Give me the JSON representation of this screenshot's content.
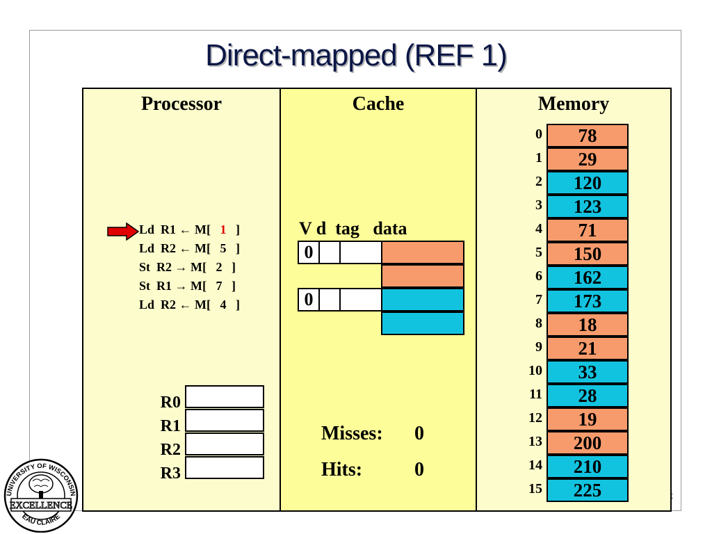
{
  "slide": {
    "title": "Direct-mapped (REF 1)",
    "colors": {
      "orange": "#f89b6c",
      "blue": "#12c3e0",
      "pale_yellow": "#fdfccc",
      "cache_yellow": "#fdfd99",
      "arrow_red": "#e00000"
    }
  },
  "processor": {
    "heading": "Processor",
    "instructions": [
      {
        "op": "Ld",
        "reg": "R1",
        "arrow": "←",
        "addr": "1",
        "highlight": true
      },
      {
        "op": "Ld",
        "reg": "R2",
        "arrow": "←",
        "addr": "5",
        "highlight": false
      },
      {
        "op": "St",
        "reg": "R2",
        "arrow": "→",
        "addr": "2",
        "highlight": false
      },
      {
        "op": "St",
        "reg": "R1",
        "arrow": "→",
        "addr": "7",
        "highlight": false
      },
      {
        "op": "Ld",
        "reg": "R2",
        "arrow": "←",
        "addr": "4",
        "highlight": false
      }
    ],
    "registers": [
      {
        "label": "R0",
        "value": ""
      },
      {
        "label": "R1",
        "value": ""
      },
      {
        "label": "R2",
        "value": ""
      },
      {
        "label": "R3",
        "value": ""
      }
    ]
  },
  "cache": {
    "heading": "Cache",
    "header": "V d  tag   data",
    "lines": [
      {
        "valid": "0",
        "dirty": "",
        "tag": "",
        "data": [
          "",
          ""
        ],
        "color": "orange"
      },
      {
        "valid": "0",
        "dirty": "",
        "tag": "",
        "data": [
          "",
          ""
        ],
        "color": "blue"
      }
    ],
    "misses_label": "Misses:",
    "misses": "0",
    "hits_label": "Hits:",
    "hits": "0"
  },
  "memory": {
    "heading": "Memory",
    "cells": [
      {
        "index": "0",
        "value": "78",
        "color": "orange"
      },
      {
        "index": "1",
        "value": "29",
        "color": "orange"
      },
      {
        "index": "2",
        "value": "120",
        "color": "blue"
      },
      {
        "index": "3",
        "value": "123",
        "color": "blue"
      },
      {
        "index": "4",
        "value": "71",
        "color": "orange"
      },
      {
        "index": "5",
        "value": "150",
        "color": "orange"
      },
      {
        "index": "6",
        "value": "162",
        "color": "blue"
      },
      {
        "index": "7",
        "value": "173",
        "color": "blue"
      },
      {
        "index": "8",
        "value": "18",
        "color": "orange"
      },
      {
        "index": "9",
        "value": "21",
        "color": "orange"
      },
      {
        "index": "10",
        "value": "33",
        "color": "blue"
      },
      {
        "index": "11",
        "value": "28",
        "color": "blue"
      },
      {
        "index": "12",
        "value": "19",
        "color": "orange"
      },
      {
        "index": "13",
        "value": "200",
        "color": "orange"
      },
      {
        "index": "14",
        "value": "210",
        "color": "blue"
      },
      {
        "index": "15",
        "value": "225",
        "color": "blue"
      }
    ]
  },
  "logo": {
    "arc_top": "UNIVERSITY OF WISCONSIN",
    "banner": "EXCELLENCE",
    "arc_bottom": "EAU CLAIRE",
    "icon": "tree-seal-icon"
  },
  "footer": {
    "fragment": "t"
  }
}
